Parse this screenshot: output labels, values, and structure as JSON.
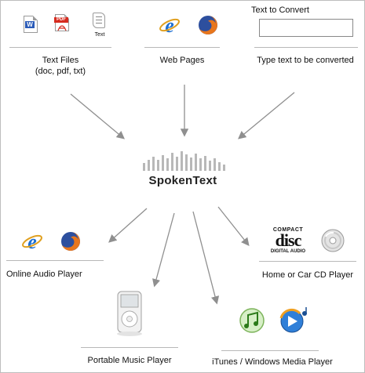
{
  "inputs": {
    "text_files": {
      "line1": "Text Files",
      "line2": "(doc, pdf, txt)",
      "pdf_badge": "PDF",
      "txt_caption": "Text"
    },
    "web_pages": {
      "label": "Web Pages"
    },
    "type_text": {
      "heading": "Text to Convert",
      "label": "Type text to be converted"
    }
  },
  "center": {
    "brand": "SpokenText"
  },
  "outputs": {
    "online_player": {
      "label": "Online Audio Player"
    },
    "cd_player": {
      "label": "Home or Car CD Player",
      "cd_logo_top": "COMPACT",
      "cd_logo_main": "disc",
      "cd_logo_bottom": "DIGITAL AUDIO"
    },
    "portable_player": {
      "label": "Portable Music Player"
    },
    "itunes_wmp": {
      "label": "iTunes / Windows Media Player"
    }
  },
  "colors": {
    "arrow": "#8f8f8f",
    "rule": "#b8b8b8",
    "ie_blue": "#1e6fd2",
    "firefox_orange": "#e8761c",
    "pdf_red": "#d62b1f",
    "word_blue": "#2a5bb8"
  }
}
